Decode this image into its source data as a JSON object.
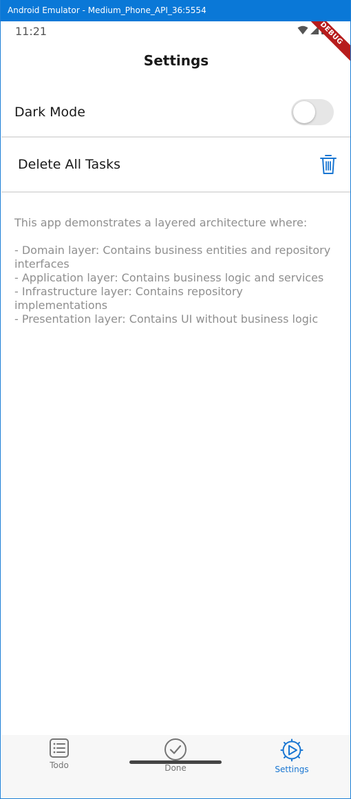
{
  "window": {
    "title": "Android Emulator - Medium_Phone_API_36:5554"
  },
  "statusbar": {
    "time": "11:21",
    "debug_label": "DEBUG"
  },
  "appbar": {
    "title": "Settings"
  },
  "settings": {
    "dark_mode": {
      "label": "Dark Mode",
      "enabled": false
    },
    "delete_all": {
      "label": "Delete All Tasks",
      "icon": "trash-icon"
    }
  },
  "description": {
    "text": "This app demonstrates a layered architecture where:\n\n- Domain layer: Contains business entities and repository interfaces\n- Application layer: Contains business logic and services\n- Infrastructure layer: Contains repository implementations\n- Presentation layer: Contains UI without business logic"
  },
  "bottom_nav": {
    "items": [
      {
        "label": "Todo",
        "icon": "list-icon",
        "active": false
      },
      {
        "label": "Done",
        "icon": "check-circle-icon",
        "active": false
      },
      {
        "label": "Settings",
        "icon": "settings-icon",
        "active": true
      }
    ]
  },
  "colors": {
    "accent": "#1976d2",
    "titlebar": "#0a78d7",
    "debug_banner": "#b71c1c",
    "divider": "#e0e0e0",
    "muted_text": "#8f8f8f"
  }
}
